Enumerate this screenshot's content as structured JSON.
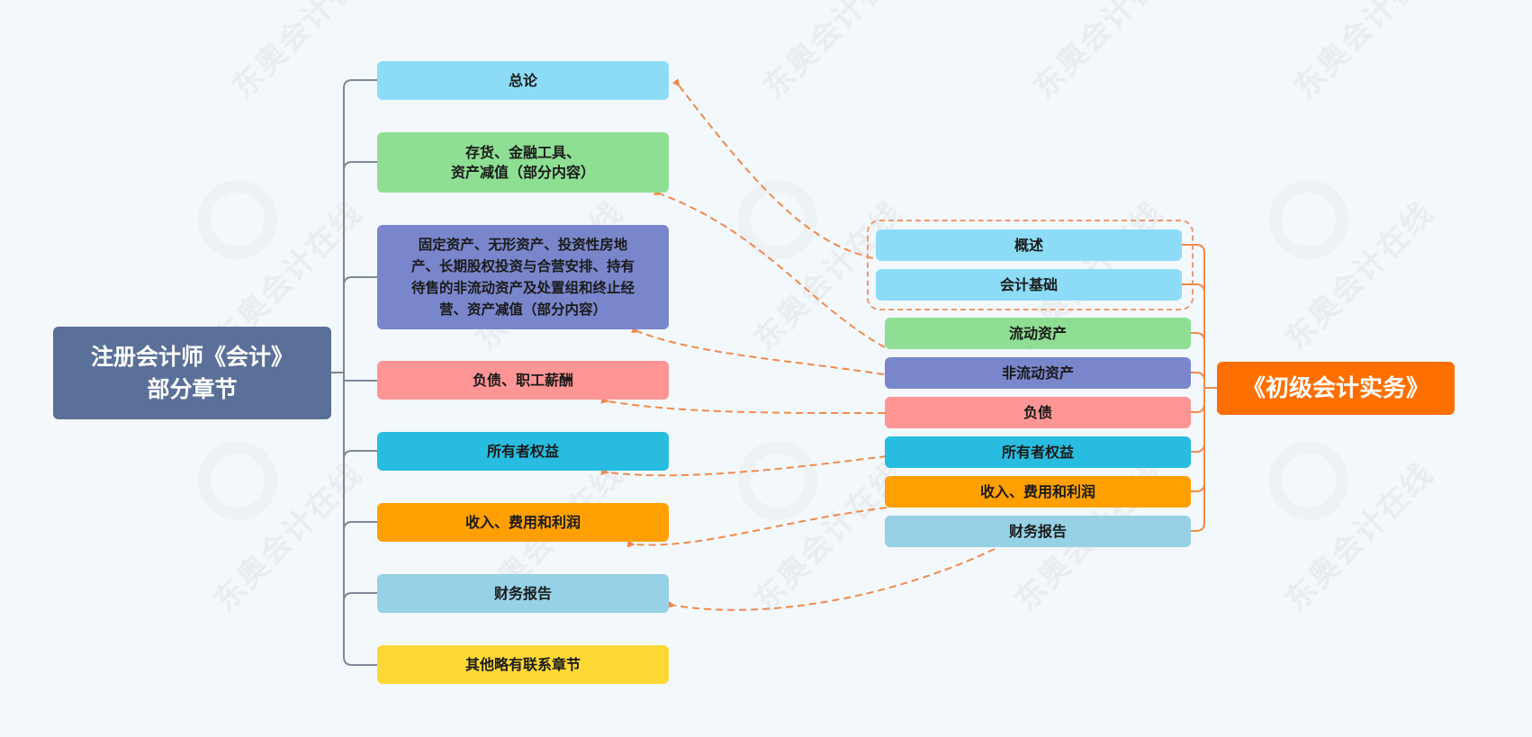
{
  "diagram": {
    "left_root": {
      "label_line1": "注册会计师《会计》",
      "label_line2": "部分章节",
      "color": "#5b7099"
    },
    "left_children": [
      {
        "label": "总论",
        "color": "#8ddcf7"
      },
      {
        "label_line1": "存货、金融工具、",
        "label_line2": "资产减值（部分内容）",
        "color": "#8ede94"
      },
      {
        "label_line1": "固定资产、无形资产、投资性房地",
        "label_line2": "产、长期股权投资与合营安排、持有",
        "label_line3": "待售的非流动资产及处置组和终止经",
        "label_line4": "营、资产减值（部分内容）",
        "color": "#7a86cc"
      },
      {
        "label": "负债、职工薪酬",
        "color": "#ff9595"
      },
      {
        "label": "所有者权益",
        "color": "#28bde0"
      },
      {
        "label": "收入、费用和利润",
        "color": "#ffa000"
      },
      {
        "label": "财务报告",
        "color": "#96d1e6"
      },
      {
        "label": "其他略有联系章节",
        "color": "#fdd835"
      }
    ],
    "right_root": {
      "label": "《初级会计实务》",
      "color": "#ff6f00"
    },
    "right_children": [
      {
        "label": "概述",
        "color": "#8ddcf7"
      },
      {
        "label": "会计基础",
        "color": "#8ddcf7"
      },
      {
        "label": "流动资产",
        "color": "#8ede94"
      },
      {
        "label": "非流动资产",
        "color": "#7a86cc"
      },
      {
        "label": "负债",
        "color": "#ff9595"
      },
      {
        "label": "所有者权益",
        "color": "#28bde0"
      },
      {
        "label": "收入、费用和利润",
        "color": "#ffa000"
      },
      {
        "label": "财务报告",
        "color": "#96d1e6"
      }
    ],
    "connector_color_left": "#7d8799",
    "connector_color_right": "#f08a4b",
    "arrow_color": "#f08a4b",
    "watermark_text": "东奥会计在线"
  }
}
